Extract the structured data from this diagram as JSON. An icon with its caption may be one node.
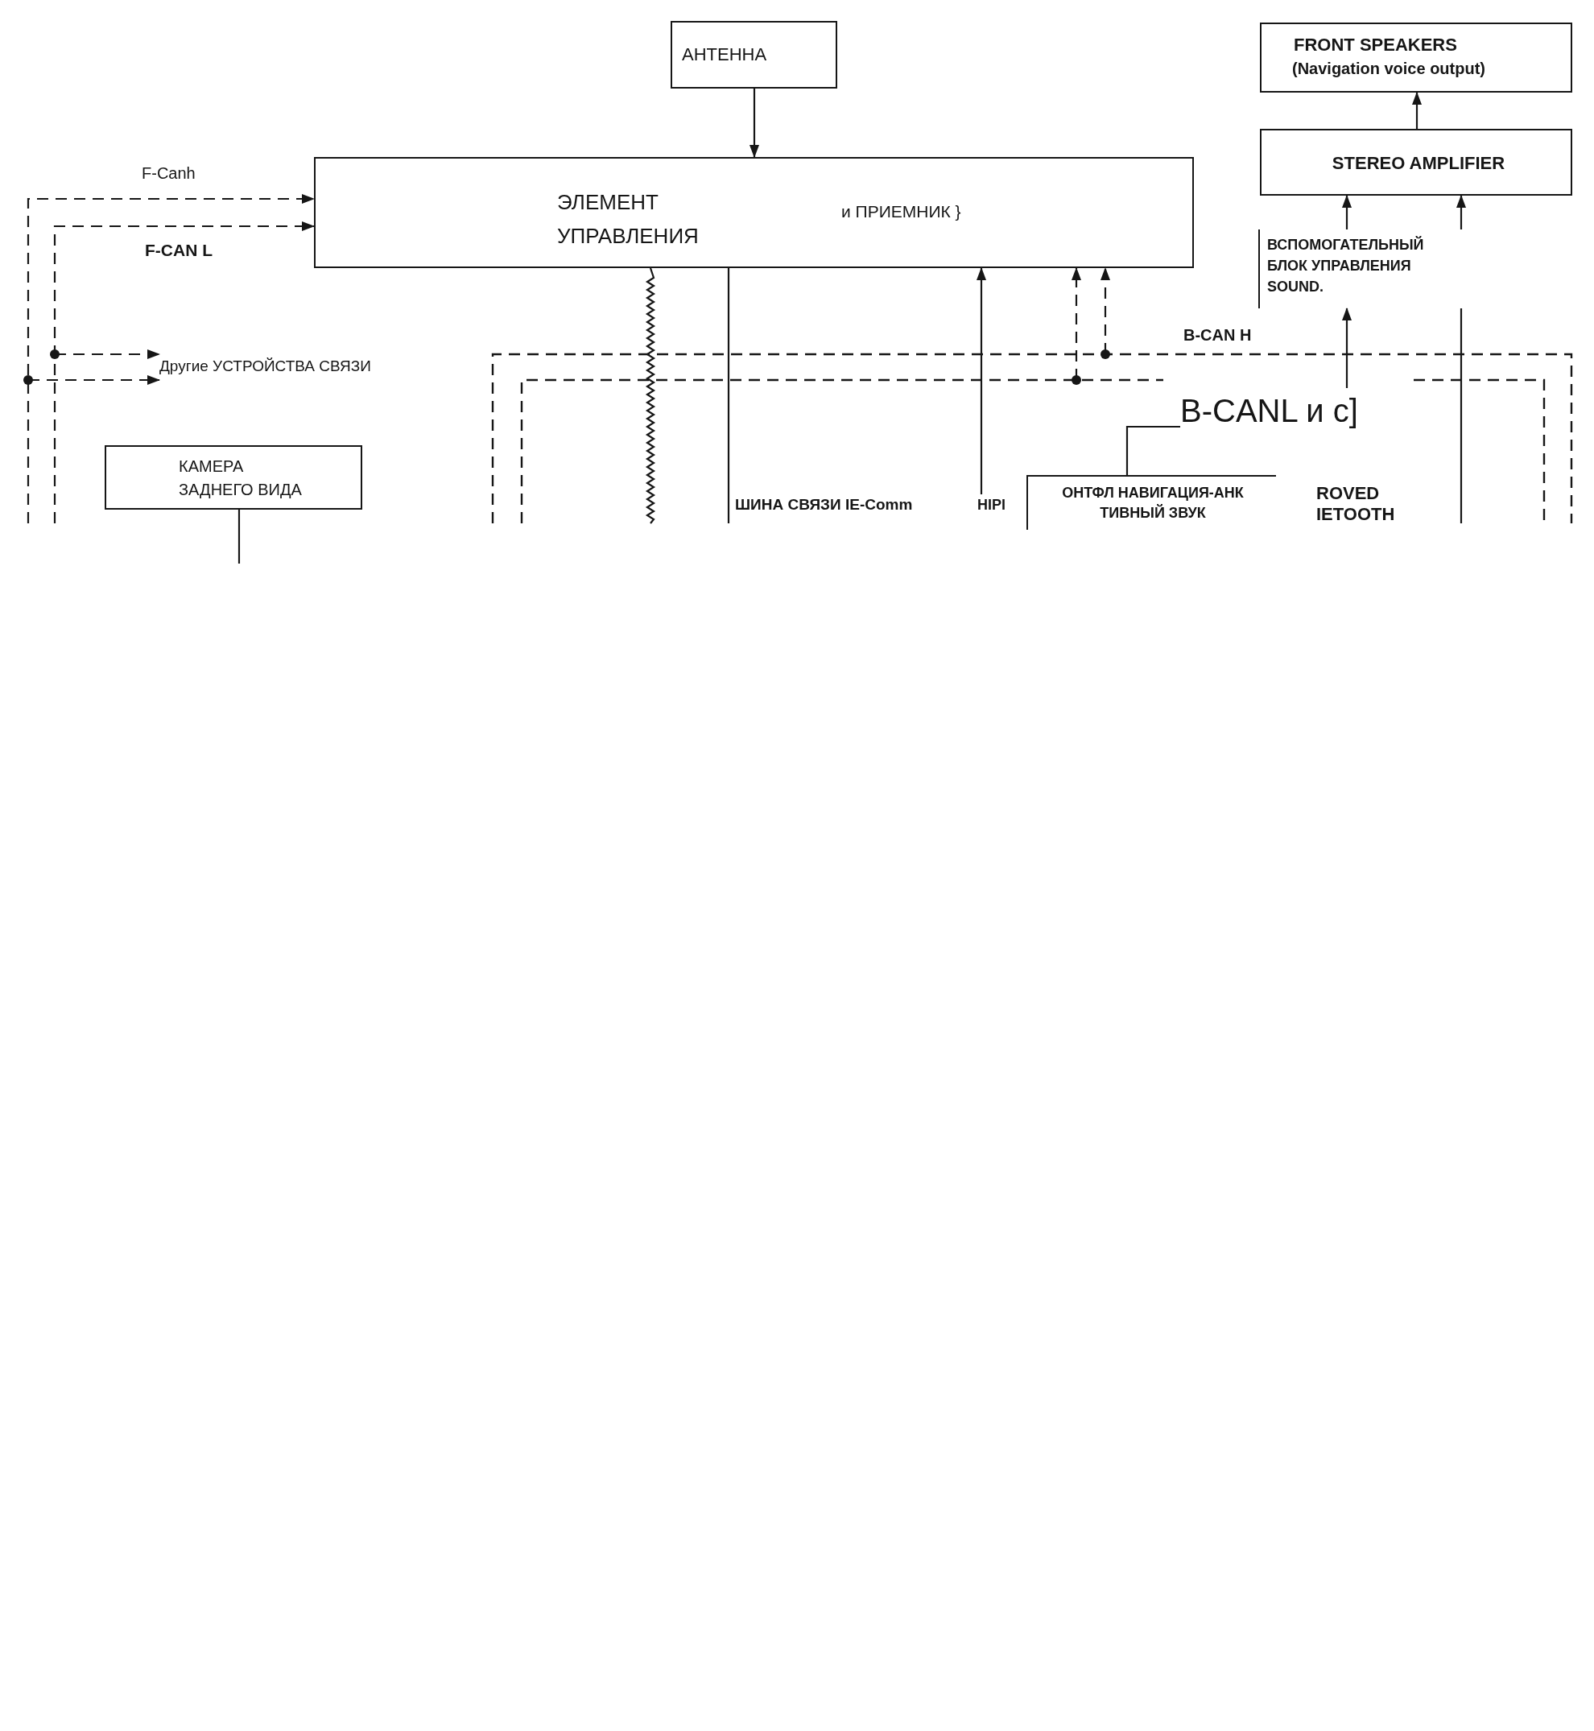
{
  "diagram": {
    "nodes": [
      {
        "text": [
          "АНТЕННА"
        ]
      },
      {
        "text": [
          "FRONT SPEAKERS",
          "(Navigation voice output)"
        ]
      },
      {
        "text": [
          "STEREO AMPLIFIER"
        ]
      },
      {
        "text": [
          "ЭЛЕМЕНТ УПРАВЛЕНИЯ",
          "и ПРИЕМНИК }"
        ]
      },
      {
        "text": [
          "ВСПОМОГАТЕЛЬНЫЙ БЛОК УПРАВЛЕНИЯ SOUND."
        ]
      },
      {
        "text": [
          "Другие УСТРОЙСТВА СВЯЗИ"
        ]
      },
      {
        "text": [
          "B-CANL и с]"
        ]
      },
      {
        "text": [
          "КАМЕРА ЗАДНЕГО ВИДА"
        ]
      },
      {
        "text": [
          "ОНТФЛ НАВИГАЦИЯ-АНК ТИВНЫЙ ЗВУК"
        ]
      },
      {
        "text": [
          "HIPI"
        ]
      }
    ],
    "edges": [
      {
        "from": 0,
        "to": 3,
        "arrow": "to"
      },
      {
        "from": 2,
        "to": 1,
        "arrow": "to"
      },
      {
        "from": 4,
        "to": 2,
        "arrow": "to"
      },
      {
        "from": 4,
        "to": 2,
        "arrow": "to"
      },
      {
        "from": 6,
        "to": 4,
        "arrow": "to"
      },
      {
        "from": null,
        "to": 4,
        "arrow": "none"
      },
      {
        "from": null,
        "to": 3,
        "arrow": "to",
        "style": "dashed",
        "label": "F-Canh"
      },
      {
        "from": null,
        "to": 3,
        "arrow": "to",
        "style": "dashed",
        "label": "F-CAN L"
      },
      {
        "from": null,
        "to": 5,
        "arrow": "to",
        "style": "dashed"
      },
      {
        "from": null,
        "to": 5,
        "arrow": "to",
        "style": "dashed"
      },
      {
        "from": null,
        "to": 3,
        "arrow": "to",
        "style": "dashed"
      },
      {
        "from": null,
        "to": 3,
        "arrow": "to",
        "style": "dashed"
      },
      {
        "from": null,
        "to": 3,
        "arrow": "none"
      },
      {
        "from": null,
        "to": 3,
        "arrow": "none",
        "label": "ШИНА СВЯЗИ IE-Comm"
      },
      {
        "from": 9,
        "to": 3,
        "arrow": "to"
      },
      {
        "from": 7,
        "to": null,
        "arrow": "none"
      },
      {
        "from": 8,
        "to": 6,
        "arrow": "none"
      }
    ],
    "labels": [
      "B-CAN H",
      "ROVED IETOOTH"
    ]
  }
}
